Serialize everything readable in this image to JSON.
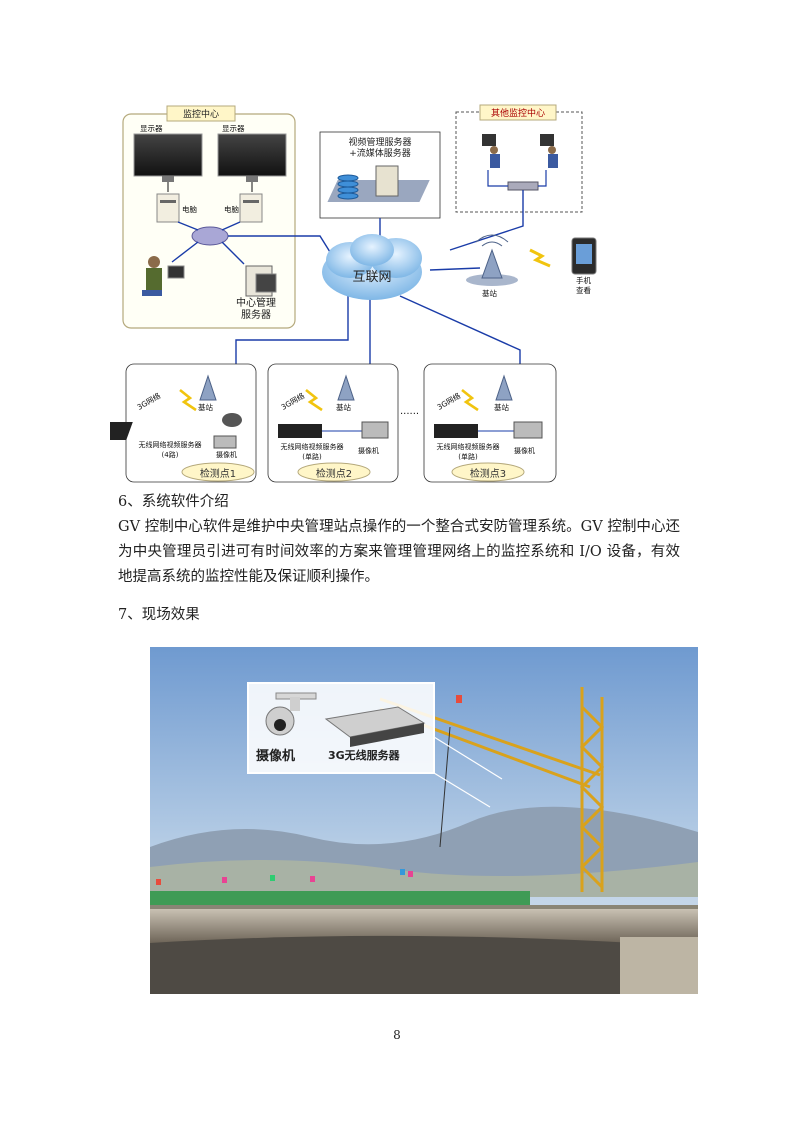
{
  "diagram": {
    "monitor_center": {
      "title": "监控中心",
      "display1": "显示器",
      "display2": "显示器",
      "pc1": "电脑",
      "pc2": "电脑",
      "mgmt_server": "中心管理\n服务器"
    },
    "video_server": "视频管理服务器\n+流媒体服务器",
    "other_center": {
      "title": "其他监控中心"
    },
    "internet": "互联网",
    "base_station": "基站",
    "phone": "手机\n查看",
    "points": [
      {
        "label": "检测点1",
        "net": "3G网络",
        "base": "基站",
        "server": "无线网络视频服务器\n(4路)",
        "camera": "摄像机"
      },
      {
        "label": "检测点2",
        "net": "3G网络",
        "base": "基站",
        "server": "无线网络视频服务器\n(单路)",
        "camera": "摄像机"
      },
      {
        "label": "检测点3",
        "net": "3G网络",
        "base": "基站",
        "server": "无线网络视频服务器\n(单路)",
        "camera": "摄像机"
      }
    ],
    "ellipsis": "......"
  },
  "section6": {
    "heading": "6、系统软件介绍",
    "body": "GV 控制中心软件是维护中央管理站点操作的一个整合式安防管理系统。GV 控制中心还为中央管理员引进可有时间效率的方案来管理管理网络上的监控系统和 I/O 设备，有效地提高系统的监控性能及保证顺利操作。"
  },
  "section7": {
    "heading": "7、现场效果"
  },
  "photo": {
    "camera_label": "摄像机",
    "server_label": "3G无线服务器"
  },
  "page_number": "8"
}
